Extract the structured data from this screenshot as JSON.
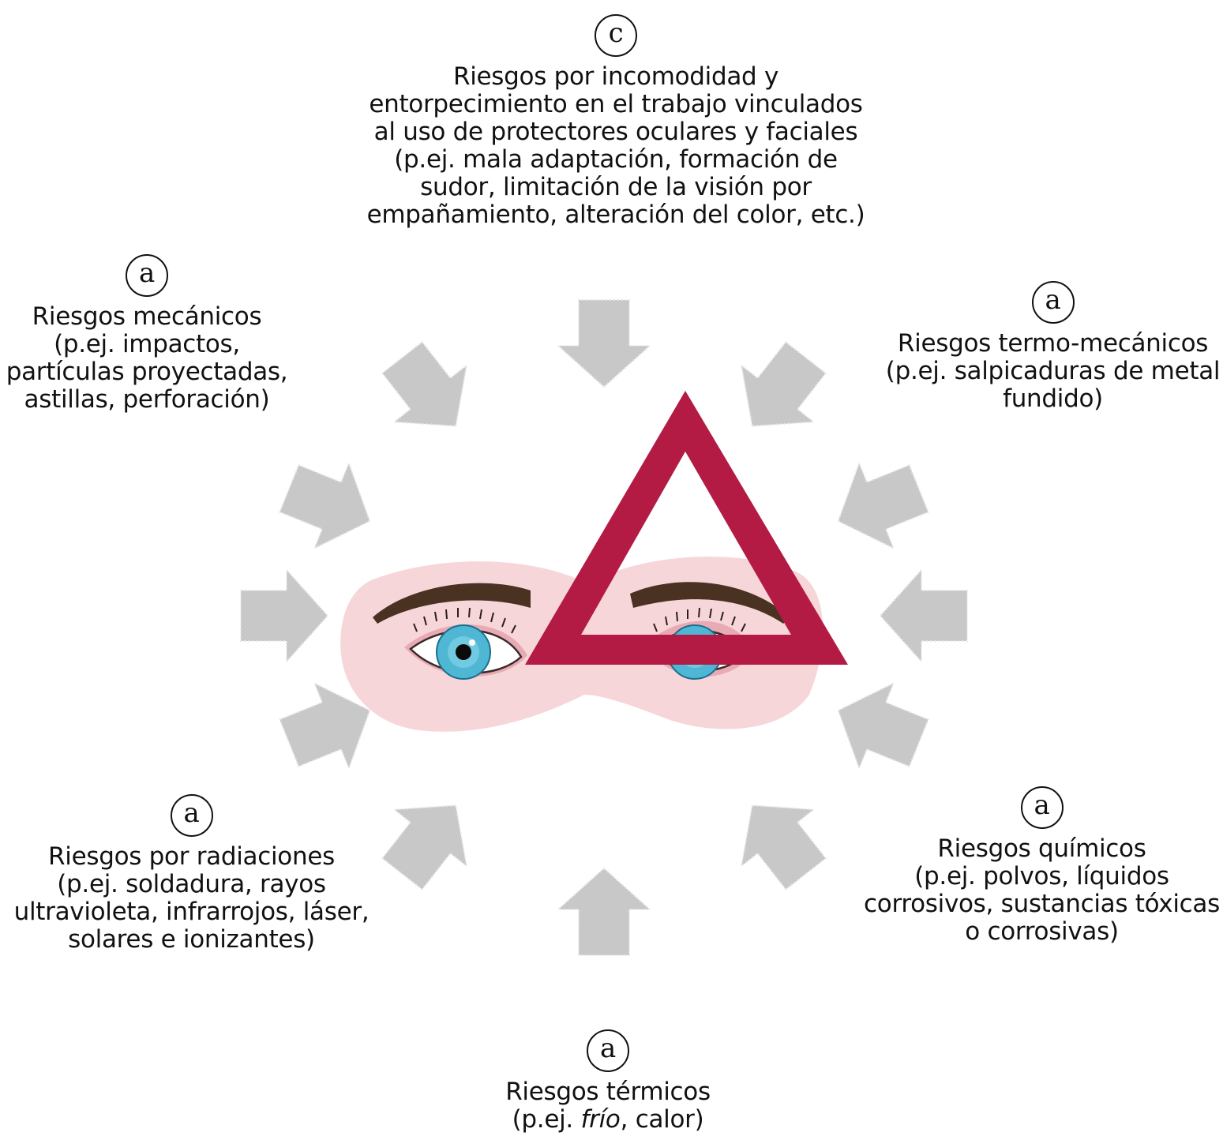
{
  "colors": {
    "arrow": "#c8c8c8",
    "warning_triangle": "#b31b45",
    "face": "#f7d6da",
    "iris": "#4fb7d3",
    "brow": "#4a3223"
  },
  "icons": [
    "warning-triangle-icon",
    "eyes-illustration",
    "arrow-icon"
  ],
  "risks": {
    "top": {
      "badge": "c",
      "title": "Riesgos por incomodidad y",
      "detail": "entorpecimiento en el trabajo vinculados\nal uso de protectores oculares y faciales\n(p.ej. mala adaptación, formación de\nsudor, limitación de la visión por\nempañamiento, alteración del color, etc.)"
    },
    "top_left": {
      "badge": "a",
      "title": "Riesgos mecánicos",
      "detail": "(p.ej. impactos,\npartículas proyectadas,\nastillas, perforación)"
    },
    "top_right": {
      "badge": "a",
      "title": "Riesgos termo-mecánicos",
      "detail": "(p.ej. salpicaduras de metal\nfundido)"
    },
    "bottom_left": {
      "badge": "a",
      "title": "Riesgos por radiaciones",
      "detail": "(p.ej. soldadura, rayos\nultravioleta, infrarrojos, láser,\nsolares e ionizantes)"
    },
    "bottom_right": {
      "badge": "a",
      "title": "Riesgos químicos",
      "detail": "(p.ej. polvos, líquidos\ncorrosivos, sustancias tóxicas\no corrosivas)"
    },
    "bottom": {
      "badge": "a",
      "title": "Riesgos térmicos",
      "detail_prefix": "(p.ej. ",
      "detail_italic": "frío",
      "detail_suffix": ", calor)"
    }
  }
}
